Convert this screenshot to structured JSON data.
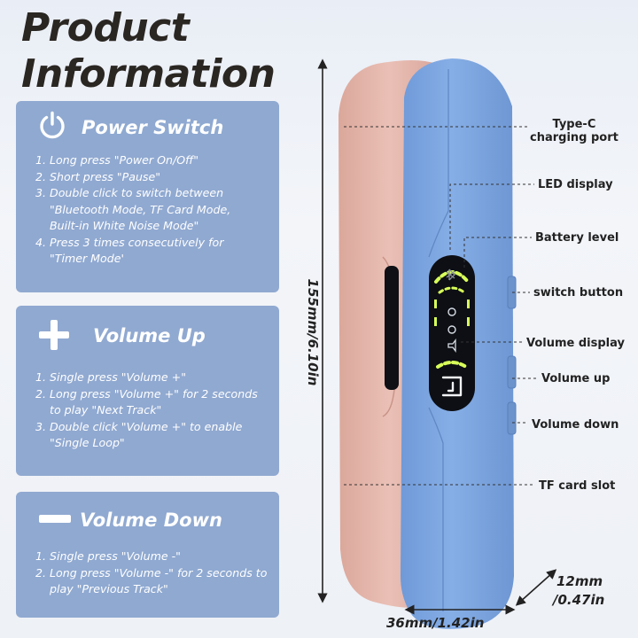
{
  "header": {
    "line1": "Product",
    "line2": "Information"
  },
  "panels": [
    {
      "title": "Power Switch",
      "icon": "power-icon",
      "items": [
        {
          "num": "1.",
          "text": "Long press \"Power On/Off\""
        },
        {
          "num": "2.",
          "text": "Short press \"Pause\""
        },
        {
          "num": "3.",
          "text": "Double click to switch between \"Bluetooth Mode, TF Card Mode, Built-in White Noise Mode\""
        },
        {
          "num": "4.",
          "text": "Press 3 times consecutively for \"Timer Mode'"
        }
      ]
    },
    {
      "title": "Volume Up",
      "icon": "plus-icon",
      "items": [
        {
          "num": "1.",
          "text": "Single press \"Volume +\""
        },
        {
          "num": "2.",
          "text": "Long press \"Volume +\" for 2 seconds to play \"Next Track\""
        },
        {
          "num": "3.",
          "text": "Double click \"Volume +\" to enable \"Single Loop\""
        }
      ]
    },
    {
      "title": "Volume Down",
      "icon": "minus-icon",
      "items": [
        {
          "num": "1.",
          "text": "Single press \"Volume -\""
        },
        {
          "num": "2.",
          "text": "Long press \"Volume -\" for 2 seconds to play \"Previous Track\""
        }
      ]
    }
  ],
  "callouts": {
    "typec_line1": "Type-C",
    "typec_line2": "charging port",
    "led": "LED display",
    "battery": "Battery level",
    "switch": "switch button",
    "volume_display": "Volume display",
    "volume_up": "Volume up",
    "volume_down": "Volume down",
    "tf_card": "TF card slot"
  },
  "dimensions": {
    "height": "155mm/6.10in",
    "width": "36mm/1.42in",
    "depth_line1": "12mm",
    "depth_line2": "/0.47in"
  },
  "colors": {
    "panel": "#7a98c8",
    "device_blue": "#7aa4e0",
    "device_pink": "#e3b3a8",
    "screen": "#0d0f14",
    "led_green": "#d8ff5a"
  }
}
